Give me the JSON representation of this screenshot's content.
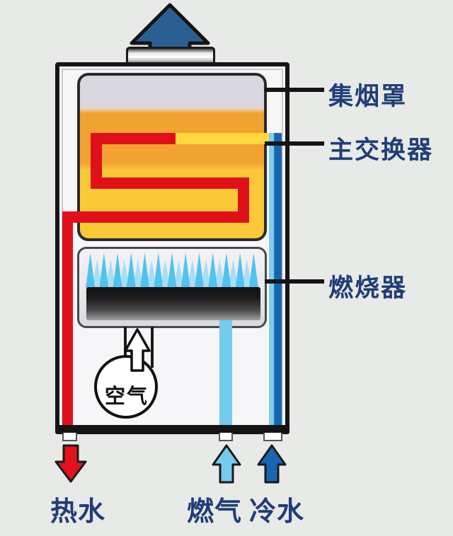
{
  "diagram": {
    "type": "gas-water-heater-cutaway",
    "callouts": {
      "flue_collector": "集烟罩",
      "main_heat_exchanger": "主交换器",
      "burner": "燃烧器"
    },
    "annotations": {
      "air": "空气"
    },
    "bottom_labels": {
      "hot_water": "热水",
      "gas": "燃气",
      "cold_water": "冷水"
    },
    "colors": {
      "background": "#e8eae7",
      "label_text": "#1f3d78",
      "hot_water_red": "#e0101a",
      "cold_water_blue": "#1566b2",
      "gas_light_blue": "#74cbee",
      "exhaust_arrow_blue": "#2a5f94",
      "heat_exchanger_orange": "#f2a231",
      "heat_exchanger_yellow": "#fbc937",
      "flame_blue": "#4fc3ee"
    }
  }
}
